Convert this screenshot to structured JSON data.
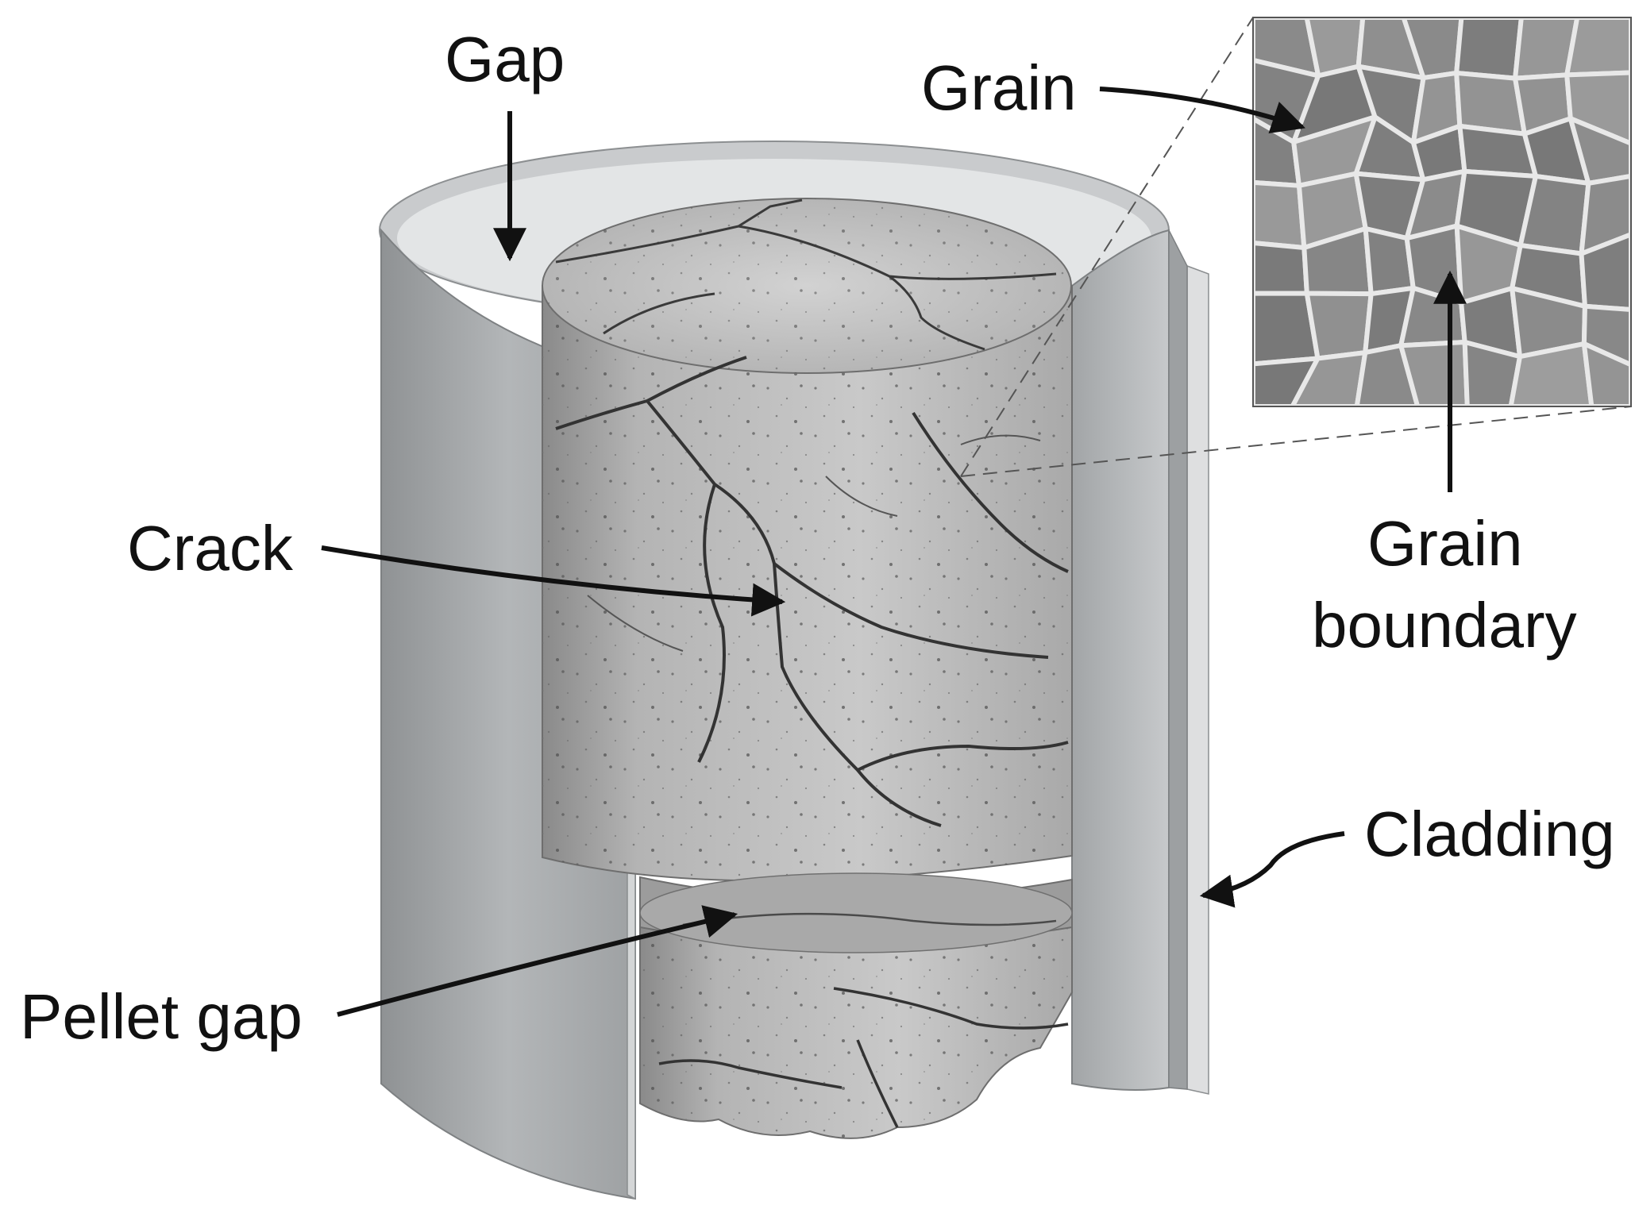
{
  "labels": {
    "gap": "Gap",
    "grain": "Grain",
    "crack": "Crack",
    "grain_boundary_line1": "Grain",
    "grain_boundary_line2": "boundary",
    "cladding": "Cladding",
    "pellet_gap": "Pellet gap"
  },
  "colors": {
    "cladding_face": "#a6a9ab",
    "cladding_inner": "#dfe1e2",
    "pellet": "#bdbdbd",
    "pellet_dark": "#9c9c9c",
    "crack": "#3a3a3a",
    "arrow": "#111111",
    "micrograph": "#8e8e8e"
  }
}
